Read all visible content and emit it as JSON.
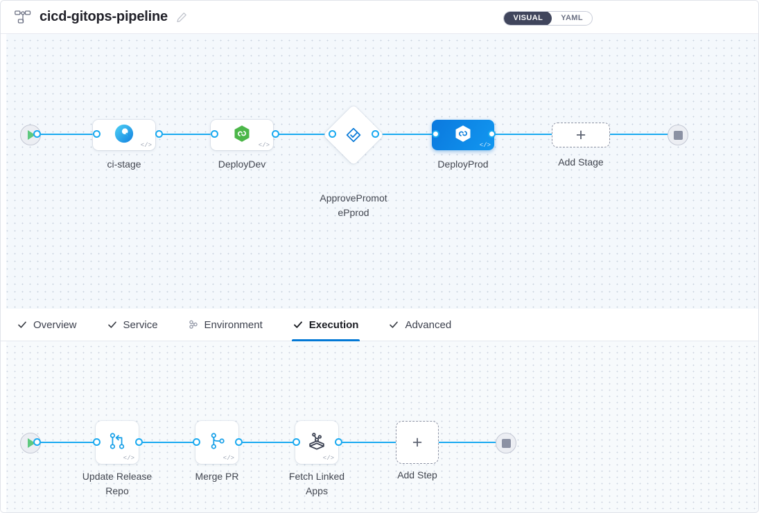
{
  "header": {
    "logo_icon": "pipeline-graph-icon",
    "title": "cicd-gitops-pipeline",
    "edit_icon": "pencil-edit-icon",
    "view_toggle": {
      "options": [
        "VISUAL",
        "YAML"
      ],
      "selected": "VISUAL"
    }
  },
  "pipeline": {
    "start_node": {
      "icon": "play-icon",
      "label": ""
    },
    "end_node": {
      "icon": "stop-icon",
      "label": ""
    },
    "stages": [
      {
        "name": "ci-stage",
        "icon": "ci-build-icon",
        "type": "ci",
        "selected": false,
        "has_code_badge": true
      },
      {
        "name": "DeployDev",
        "icon": "gitops-hexagon-green-icon",
        "type": "deploy",
        "selected": false,
        "has_code_badge": true
      },
      {
        "name": "ApprovePromot\nePprod",
        "icon": "approval-diamond-check-icon",
        "type": "approval",
        "selected": false,
        "has_code_badge": false
      },
      {
        "name": "DeployProd",
        "icon": "gitops-hexagon-white-icon",
        "type": "deploy",
        "selected": true,
        "has_code_badge": true
      }
    ],
    "add_stage": {
      "label": "Add Stage",
      "icon": "plus-icon"
    }
  },
  "stage_tabs": [
    {
      "label": "Overview",
      "icon": "check-icon",
      "active": false
    },
    {
      "label": "Service",
      "icon": "check-icon",
      "active": false
    },
    {
      "label": "Environment",
      "icon": "cluster-nodes-icon",
      "active": false
    },
    {
      "label": "Execution",
      "icon": "check-icon",
      "active": true
    },
    {
      "label": "Advanced",
      "icon": "check-icon",
      "active": false
    }
  ],
  "execution": {
    "start_node": {
      "icon": "play-icon"
    },
    "end_node": {
      "icon": "stop-icon"
    },
    "steps": [
      {
        "name": "Update Release\nRepo",
        "icon": "git-merge-icon",
        "has_code_badge": true
      },
      {
        "name": "Merge PR",
        "icon": "git-branch-icon",
        "has_code_badge": true
      },
      {
        "name": "Fetch Linked\nApps",
        "icon": "linked-apps-icon",
        "has_code_badge": true
      }
    ],
    "add_step": {
      "label": "Add Step",
      "icon": "plus-icon"
    }
  },
  "colors": {
    "accent": "#0278d5",
    "edge": "#18a9f0",
    "selected_node": "#0b79de",
    "start": "#5fc97f",
    "canvas": "#f4f8fc"
  }
}
